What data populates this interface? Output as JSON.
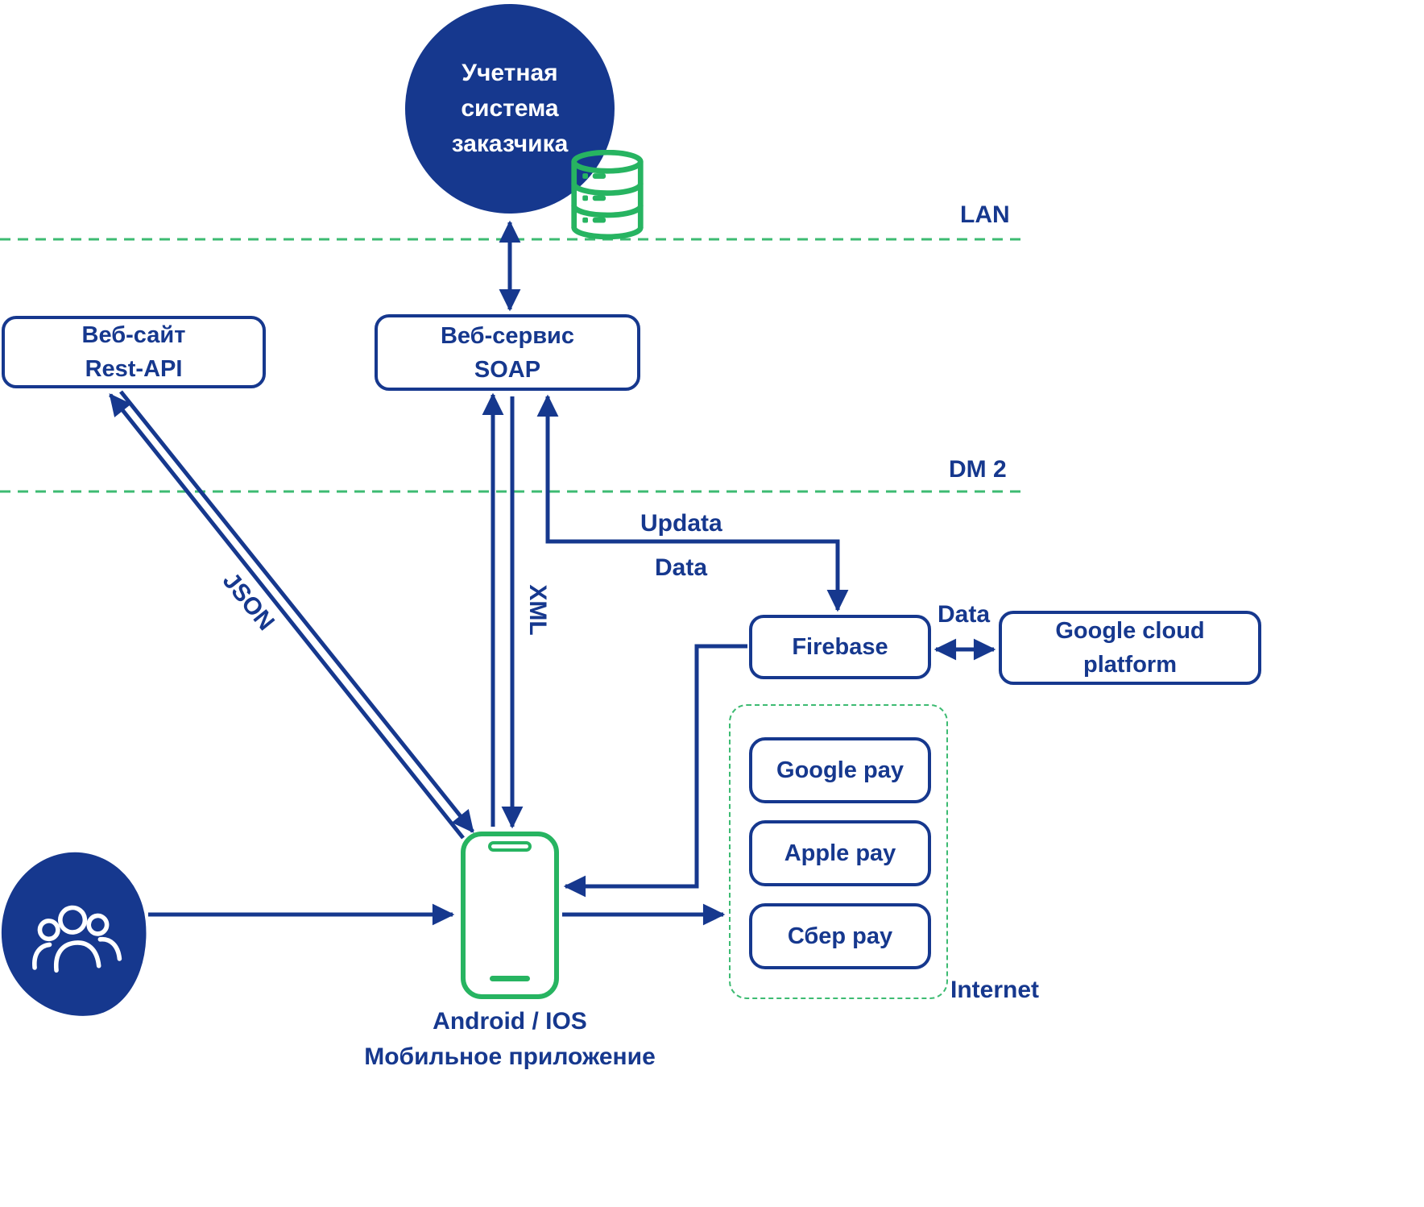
{
  "colors": {
    "primary": "#16388e",
    "green": "#27b461",
    "dash_green": "#3dbb72",
    "background": "#ffffff"
  },
  "nodes": {
    "accounting_system": {
      "line1": "Учетная",
      "line2": "система",
      "line3": "заказчика"
    },
    "website": {
      "line1": "Веб-сайт",
      "line2": "Rest-API"
    },
    "web_service": {
      "line1": "Веб-сервис",
      "line2": "SOAP"
    },
    "firebase": {
      "label": "Firebase"
    },
    "google_cloud": {
      "line1": "Google cloud",
      "line2": "platform"
    },
    "payments": {
      "google_pay": "Google pay",
      "apple_pay": "Apple pay",
      "sber_pay": "Сбер pay"
    },
    "mobile_app": {
      "line1": "Android / IOS",
      "line2": "Мобильное приложение"
    }
  },
  "labels": {
    "lan": "LAN",
    "dm2": "DM 2",
    "json": "JSON",
    "xml": "XML",
    "updata": "Updata",
    "updata_data": "Data",
    "firebase_data": "Data",
    "internet": "Internet"
  },
  "icons": {
    "database": "database-icon",
    "users": "users-icon",
    "smartphone": "smartphone-icon"
  }
}
